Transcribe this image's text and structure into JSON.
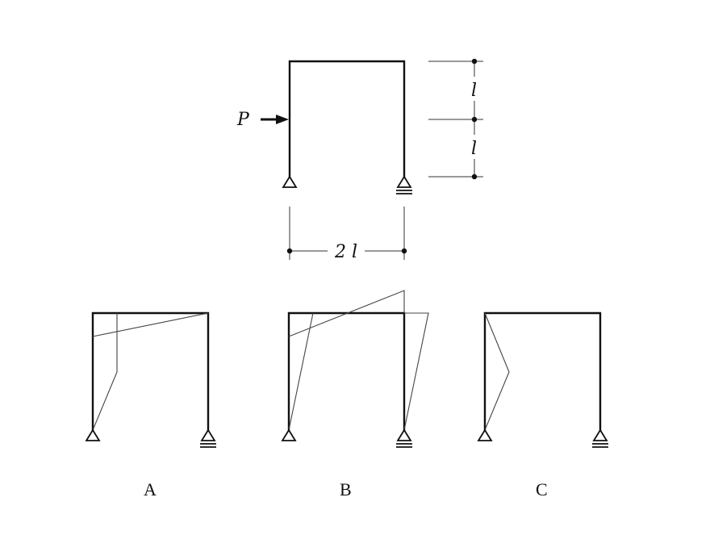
{
  "main_frame": {
    "load_label": "P",
    "height_dim_upper": "l",
    "height_dim_lower": "l",
    "width_dim": "2 l"
  },
  "options": [
    {
      "label": "A"
    },
    {
      "label": "B"
    },
    {
      "label": "C"
    }
  ],
  "colors": {
    "frame": "#111111",
    "deflected_shape": "#444444",
    "background": "#ffffff"
  }
}
